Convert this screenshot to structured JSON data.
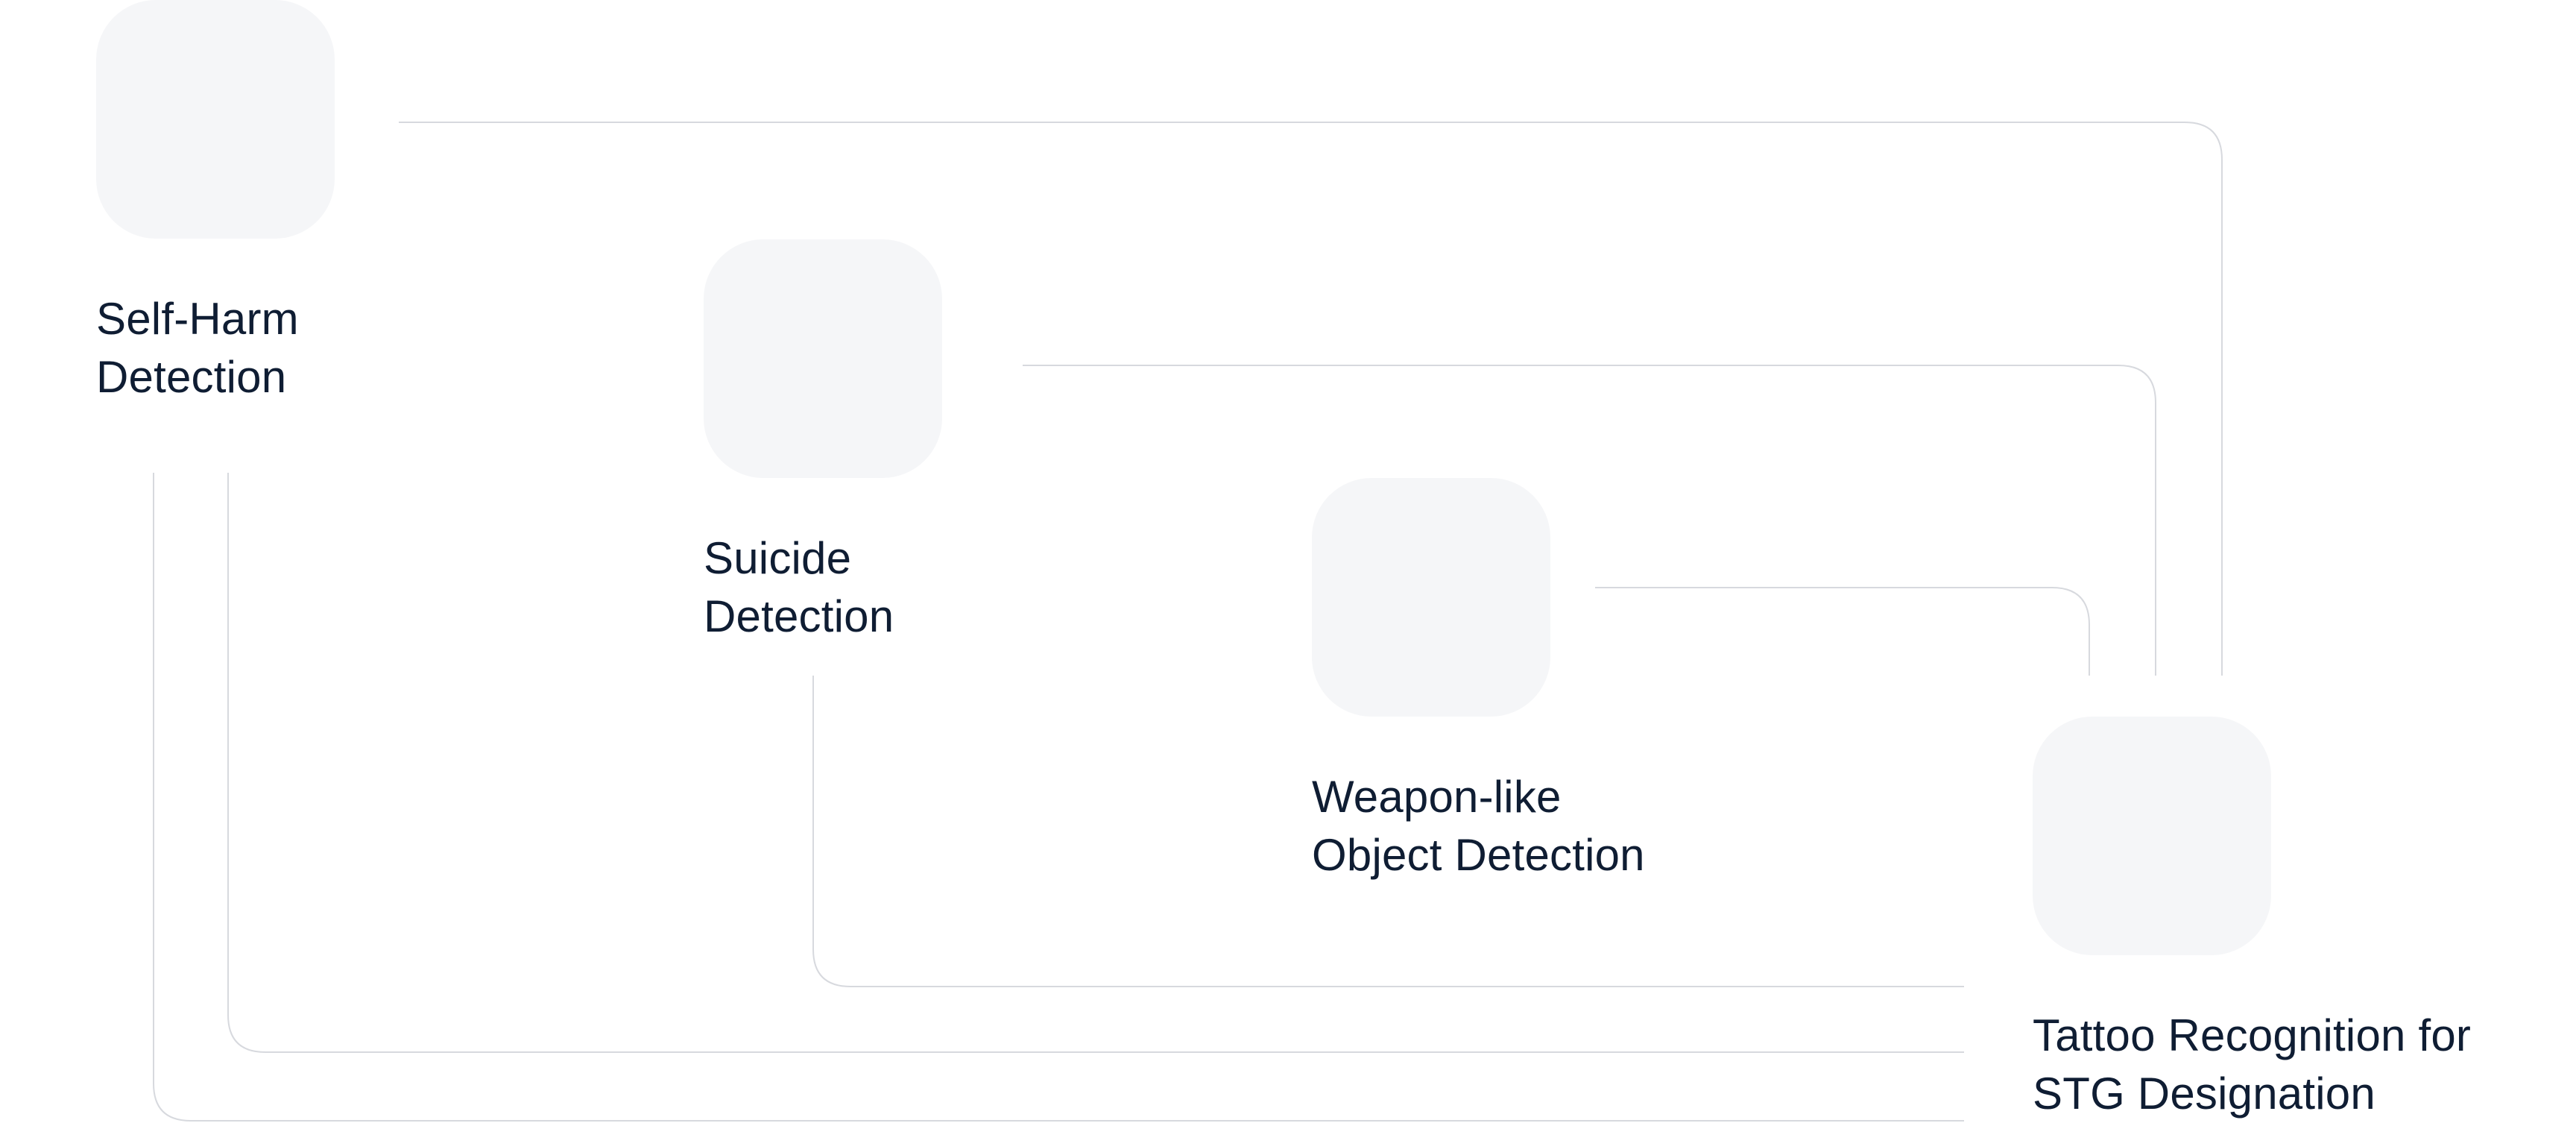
{
  "diagram": {
    "colors": {
      "box_fill": "#f5f6f8",
      "connector": "#d7d9de",
      "label_text": "#0f1d33",
      "background": "#ffffff"
    },
    "nodes": {
      "self_harm": {
        "line1": "Self-Harm",
        "line2": "Detection"
      },
      "suicide": {
        "line1": "Suicide",
        "line2": "Detection"
      },
      "weapon": {
        "line1": "Weapon-like",
        "line2": "Object Detection"
      },
      "tattoo": {
        "line1": "Tattoo Recognition for",
        "line2": "STG Designation"
      }
    }
  }
}
